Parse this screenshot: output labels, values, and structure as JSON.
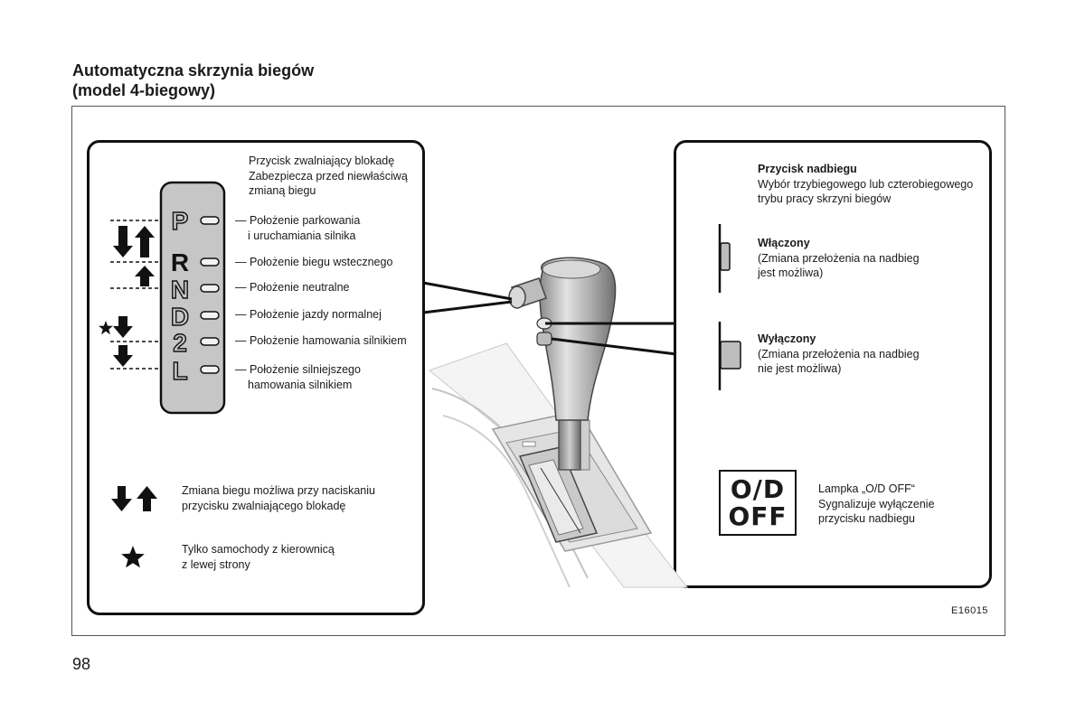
{
  "title": {
    "line1": "Automatyczna skrzynia biegów",
    "line2": "(model 4-biegowy)"
  },
  "left_panel": {
    "release_button": [
      "Przycisk zwalniający blokadę",
      "Zabezpiecza przed niewłaściwą",
      "zmianą biegu"
    ],
    "gear_letters": [
      "P",
      "R",
      "N",
      "D",
      "2",
      "L"
    ],
    "positions": {
      "p": [
        "— Położenie parkowania",
        "i uruchamiania silnika"
      ],
      "r": "— Położenie biegu wstecznego",
      "n": "— Położenie neutralne",
      "d": "— Położenie jazdy normalnej",
      "two": "— Położenie hamowania silnikiem",
      "l": [
        "— Położenie silniejszego",
        "hamowania silnikiem"
      ]
    },
    "legend_arrows": [
      "Zmiana biegu możliwa przy naciskaniu",
      "przycisku zwalniającego blokadę"
    ],
    "legend_star": [
      "Tylko samochody z kierownicą",
      "z lewej strony"
    ]
  },
  "right_panel": {
    "overdrive": {
      "title": "Przycisk nadbiegu",
      "lines": [
        "Wybór trzybiegowego lub czterobiegowego",
        "trybu pracy skrzyni biegów"
      ]
    },
    "on": {
      "title": "Włączony",
      "lines": [
        "(Zmiana przełożenia na nadbieg",
        "jest możliwa)"
      ]
    },
    "off": {
      "title": "Wyłączony",
      "lines": [
        "(Zmiana przełożenia na nadbieg",
        "nie jest możliwa)"
      ]
    },
    "lamp": {
      "text1": "O/D",
      "text2": "OFF",
      "lines": [
        "Lampka „O/D OFF“",
        "Sygnalizuje wyłączenie",
        "przycisku nadbiegu"
      ]
    }
  },
  "figure_id": "E16015",
  "page_number": "98"
}
